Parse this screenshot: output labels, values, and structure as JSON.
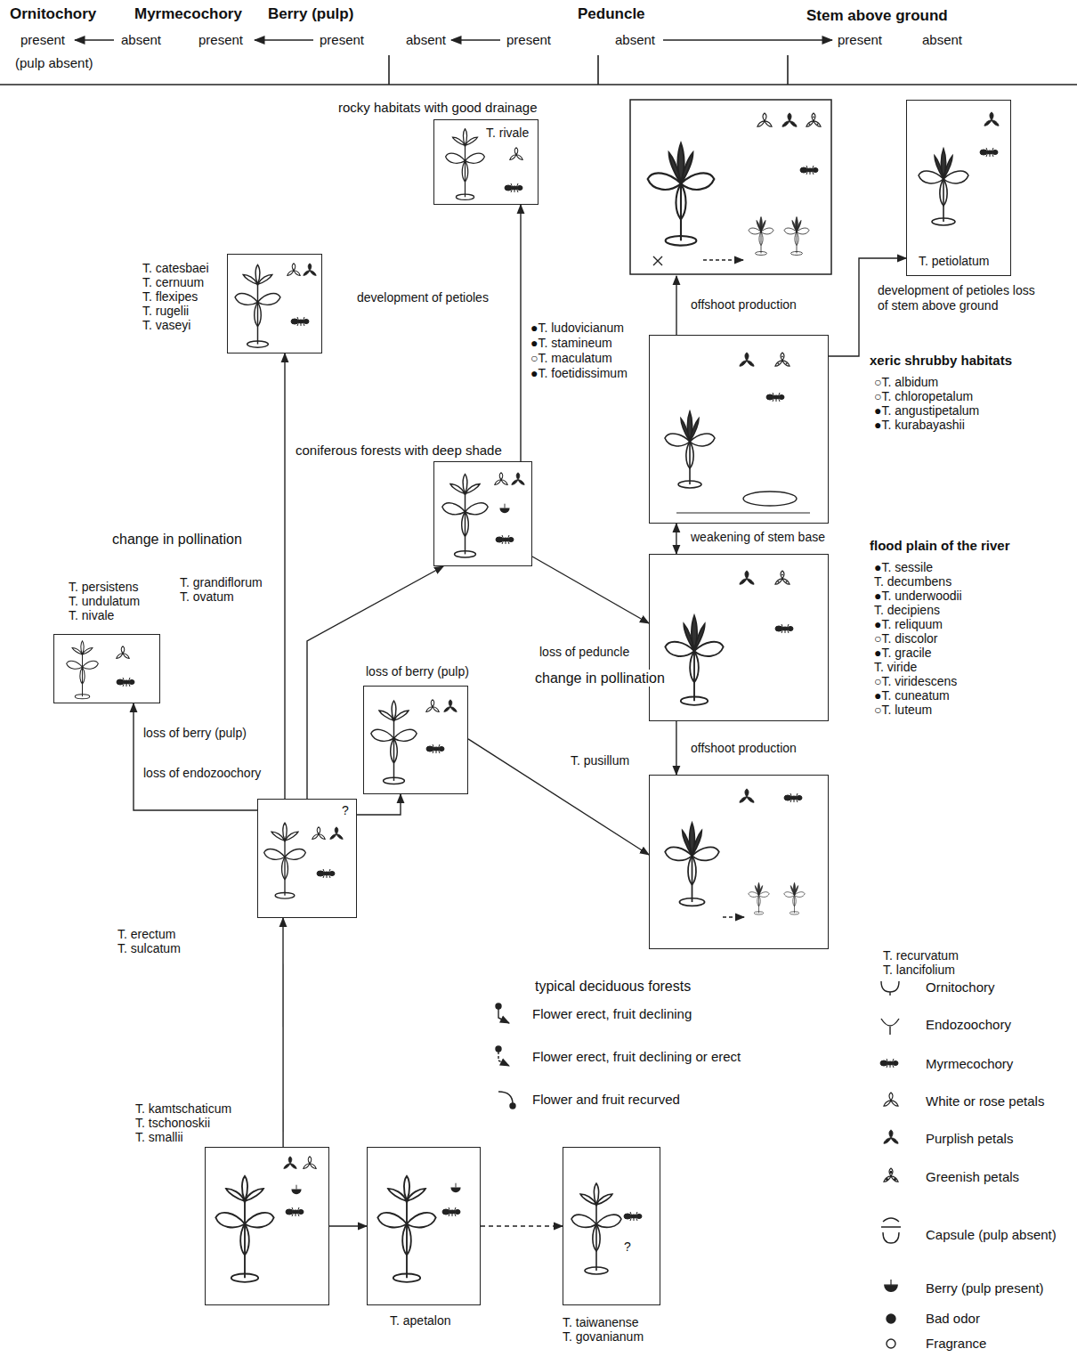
{
  "diagram": {
    "nodes": [
      {
        "text": [
          "rocky habitats with good drainage",
          "T. rivale"
        ]
      },
      {
        "text": [
          "T. petiolatum"
        ]
      },
      {
        "text": [
          "T. catesbaei T. cernuum T. flexipes T. rugelii T. vaseyi"
        ]
      },
      {
        "text": [
          "coniferous forests with deep shade"
        ]
      },
      {
        "text": [
          "xeric shrubby habitats",
          "○T. albidum ○T. chloropetalum ●T. angustipetalum ●T. kurabayashii"
        ]
      },
      {
        "text": [
          "T. persistens T. undulatum T. nivale"
        ]
      },
      {
        "text": [
          "T. grandiflorum T. ovatum"
        ]
      },
      {
        "text": [
          "flood plain of the river",
          "●T. sessile T. decumbens ●T. underwoodii T. decipiens ●T. reliquum ○T. discolor ●T. gracile T. viride ○T. viridescens ●T. cuneatum ○T. luteum"
        ]
      },
      {
        "text": [
          "T. recurvatum T. lancifolium"
        ]
      },
      {
        "text": [
          "T. erectum T. sulcatum"
        ]
      },
      {
        "text": [
          "T. kamtschaticum T. tschonoskii T. smallii"
        ]
      },
      {
        "text": [
          "T. apetalon"
        ]
      },
      {
        "text": [
          "T. taiwanense T. govanianum"
        ]
      }
    ],
    "edges": [
      {
        "from": 10,
        "to": 9,
        "arrow": "to"
      },
      {
        "from": 10,
        "to": 11,
        "arrow": "to"
      },
      {
        "from": 11,
        "to": 12,
        "arrow": "to"
      },
      {
        "from": 9,
        "to": 5,
        "arrow": "to",
        "label": "loss of berry (pulp)"
      },
      {
        "from": 9,
        "to": 6,
        "arrow": "to",
        "label": "loss of berry (pulp)"
      },
      {
        "from": 9,
        "to": 2,
        "arrow": "to",
        "label": "change in pollination"
      },
      {
        "from": 9,
        "to": 3,
        "arrow": "to"
      },
      {
        "from": 3,
        "to": 0,
        "arrow": "to",
        "label": "development of petioles"
      },
      {
        "from": 3,
        "to": 7,
        "arrow": "to",
        "label": "loss of peduncle"
      },
      {
        "from": 6,
        "to": 8,
        "arrow": "to",
        "label": "T. pusillum"
      },
      {
        "from": 7,
        "to": 4,
        "arrow": "both",
        "label": "weakening of stem base"
      },
      {
        "from": 7,
        "to": 8,
        "arrow": "to",
        "label": "offshoot production"
      },
      {
        "from": 4,
        "to": 1,
        "arrow": "to",
        "label": "development of petioles loss of stem above ground"
      }
    ],
    "labels": [
      "Ornitochory",
      "Myrmecochory",
      "Berry (pulp)",
      "Peduncle",
      "Stem above ground",
      "present",
      "absent",
      "present",
      "present",
      "absent",
      "present",
      "absent",
      "present",
      "absent",
      "(pulp absent)",
      "offshoot production",
      "●T. ludovicianum",
      "●T. stamineum",
      "○T. maculatum",
      "●T. foetidissimum",
      "loss of endozoochory",
      "change in pollination",
      "typical deciduous forests",
      "?",
      "?"
    ],
    "legend": [
      {
        "text": "Flower erect, fruit declining"
      },
      {
        "text": "Flower erect, fruit declining or erect"
      },
      {
        "text": "Flower and fruit recurved"
      },
      {
        "text": "Ornitochory"
      },
      {
        "text": "Endozoochory"
      },
      {
        "text": "Myrmecochory"
      },
      {
        "text": "White or rose petals"
      },
      {
        "text": "Purplish petals"
      },
      {
        "text": "Greenish petals"
      },
      {
        "text": "Capsule (pulp absent)"
      },
      {
        "text": "Berry (pulp present)"
      },
      {
        "text": "Bad odor"
      },
      {
        "text": "Fragrance"
      }
    ]
  }
}
